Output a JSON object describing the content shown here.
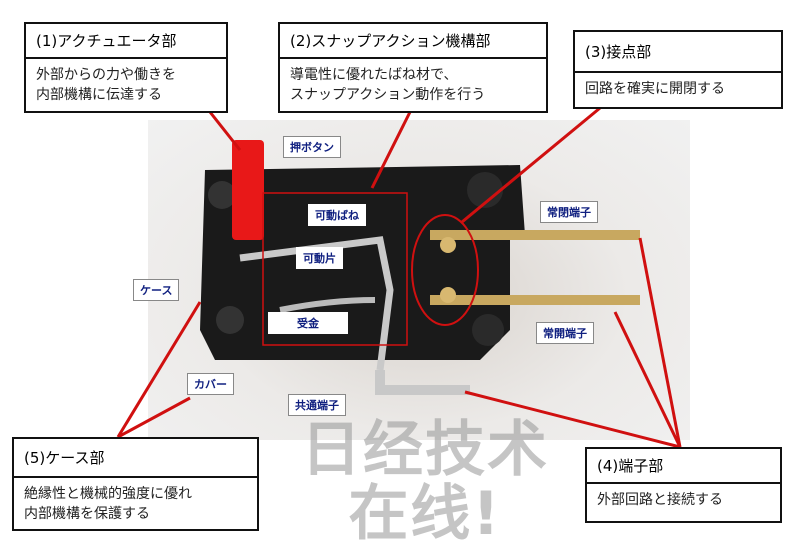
{
  "callouts": [
    {
      "title": "(1)アクチュエータ部",
      "desc1": "外部からの力や働きを",
      "desc2": "内部機構に伝達する"
    },
    {
      "title": "(2)スナップアクション機構部",
      "desc1": "導電性に優れたばね材で、",
      "desc2": "スナップアクション動作を行う"
    },
    {
      "title": "(3)接点部",
      "desc1": "回路を確実に開閉する"
    },
    {
      "title": "(4)端子部",
      "desc1": "外部回路と接続する"
    },
    {
      "title": "(5)ケース部",
      "desc1": "絶縁性と機械的強度に優れ",
      "desc2": "内部機構を保護する"
    }
  ],
  "labels": {
    "push_button": "押ボタン",
    "movable_spring": "可動ばね",
    "movable_piece": "可動片",
    "receiver": "受金",
    "case": "ケース",
    "cover": "カバー",
    "common_terminal": "共通端子",
    "nc_terminal": "常閉端子",
    "no_terminal": "常開端子"
  },
  "watermark": "日经技术在线!",
  "colors": {
    "leader": "#d01010",
    "label_text": "#102080"
  }
}
